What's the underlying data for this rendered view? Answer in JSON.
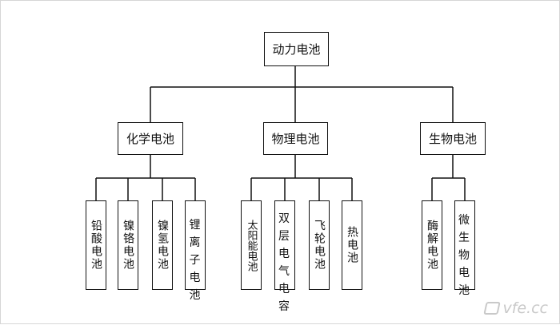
{
  "diagram": {
    "root": {
      "label": "动力电池"
    },
    "categories": [
      {
        "label": "化学电池",
        "children": [
          "铅酸电池",
          "镍铬电池",
          "镍氢电池",
          "锂离子电池"
        ]
      },
      {
        "label": "物理电池",
        "children": [
          "太阳能电池",
          "双层电气电容",
          "飞轮电池",
          "热电池"
        ]
      },
      {
        "label": "生物电池",
        "children": [
          "酶解电池",
          "微生物电池"
        ]
      }
    ]
  },
  "watermark": {
    "text": "vfe.cc"
  },
  "colors": {
    "line": "#111111",
    "box_border": "#111111",
    "watermark": "#c9c9c9"
  }
}
